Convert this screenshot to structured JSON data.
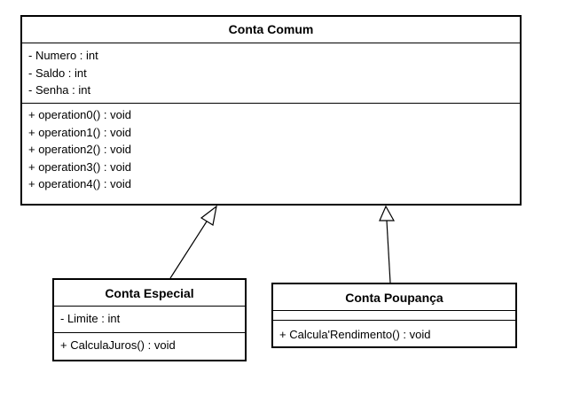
{
  "classes": {
    "conta_comum": {
      "name": "Conta Comum",
      "attributes": [
        "- Numero : int",
        "- Saldo : int",
        "- Senha : int"
      ],
      "operations": [
        "+ operation0() : void",
        "+ operation1() : void",
        "+ operation2() : void",
        "+ operation3() : void",
        "+ operation4() : void"
      ]
    },
    "conta_especial": {
      "name": "Conta Especial",
      "attributes": [
        "- Limite : int"
      ],
      "operations": [
        "+ CalculaJuros() : void"
      ]
    },
    "conta_poupanca": {
      "name": "Conta Poupança",
      "attributes": [],
      "operations": [
        "+ Calcula'Rendimento() : void"
      ]
    }
  },
  "relations": [
    {
      "type": "generalization",
      "from": "Conta Especial",
      "to": "Conta Comum"
    },
    {
      "type": "generalization",
      "from": "Conta Poupança",
      "to": "Conta Comum"
    }
  ]
}
